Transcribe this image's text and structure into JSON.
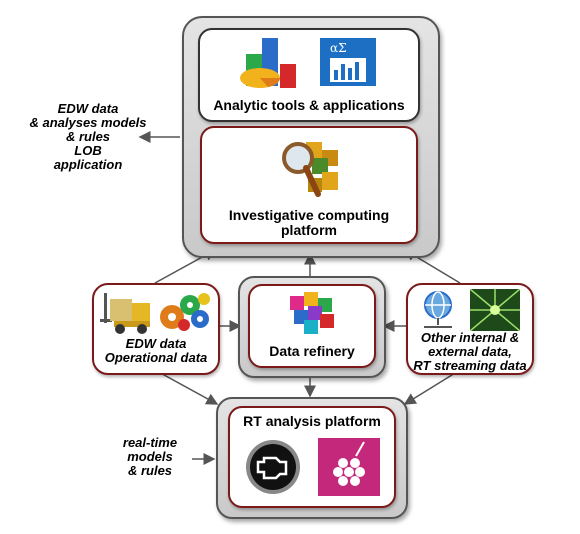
{
  "analytic_tools": {
    "label": "Analytic tools & applications"
  },
  "investigative": {
    "label_line1": "Investigative computing",
    "label_line2": "platform"
  },
  "edw_left": {
    "line1": "EDW data",
    "line2": "& analyses models",
    "line3": "& rules",
    "line4": "LOB",
    "line5": "application"
  },
  "edw_box": {
    "line1": "EDW data",
    "line2": "Operational data"
  },
  "refinery": {
    "label": "Data refinery"
  },
  "other_box": {
    "line1": "Other internal &",
    "line2": "external data,",
    "line3": "RT streaming data"
  },
  "rt_platform": {
    "label": "RT analysis platform"
  },
  "realtime": {
    "line1": "real-time",
    "line2": "models",
    "line3": "& rules"
  },
  "colors": {
    "frame_border": "#555555",
    "inner_border": "#7a1a1a",
    "arrow": "#555555"
  },
  "icons": [
    "chart-3d-icon",
    "statistics-formula-icon",
    "magnifier-puzzle-icon",
    "forklift-icon",
    "gears-icon",
    "data-cube-icon",
    "globe-network-icon",
    "data-stream-icon",
    "engine-warning-icon",
    "hexagon-network-icon"
  ]
}
